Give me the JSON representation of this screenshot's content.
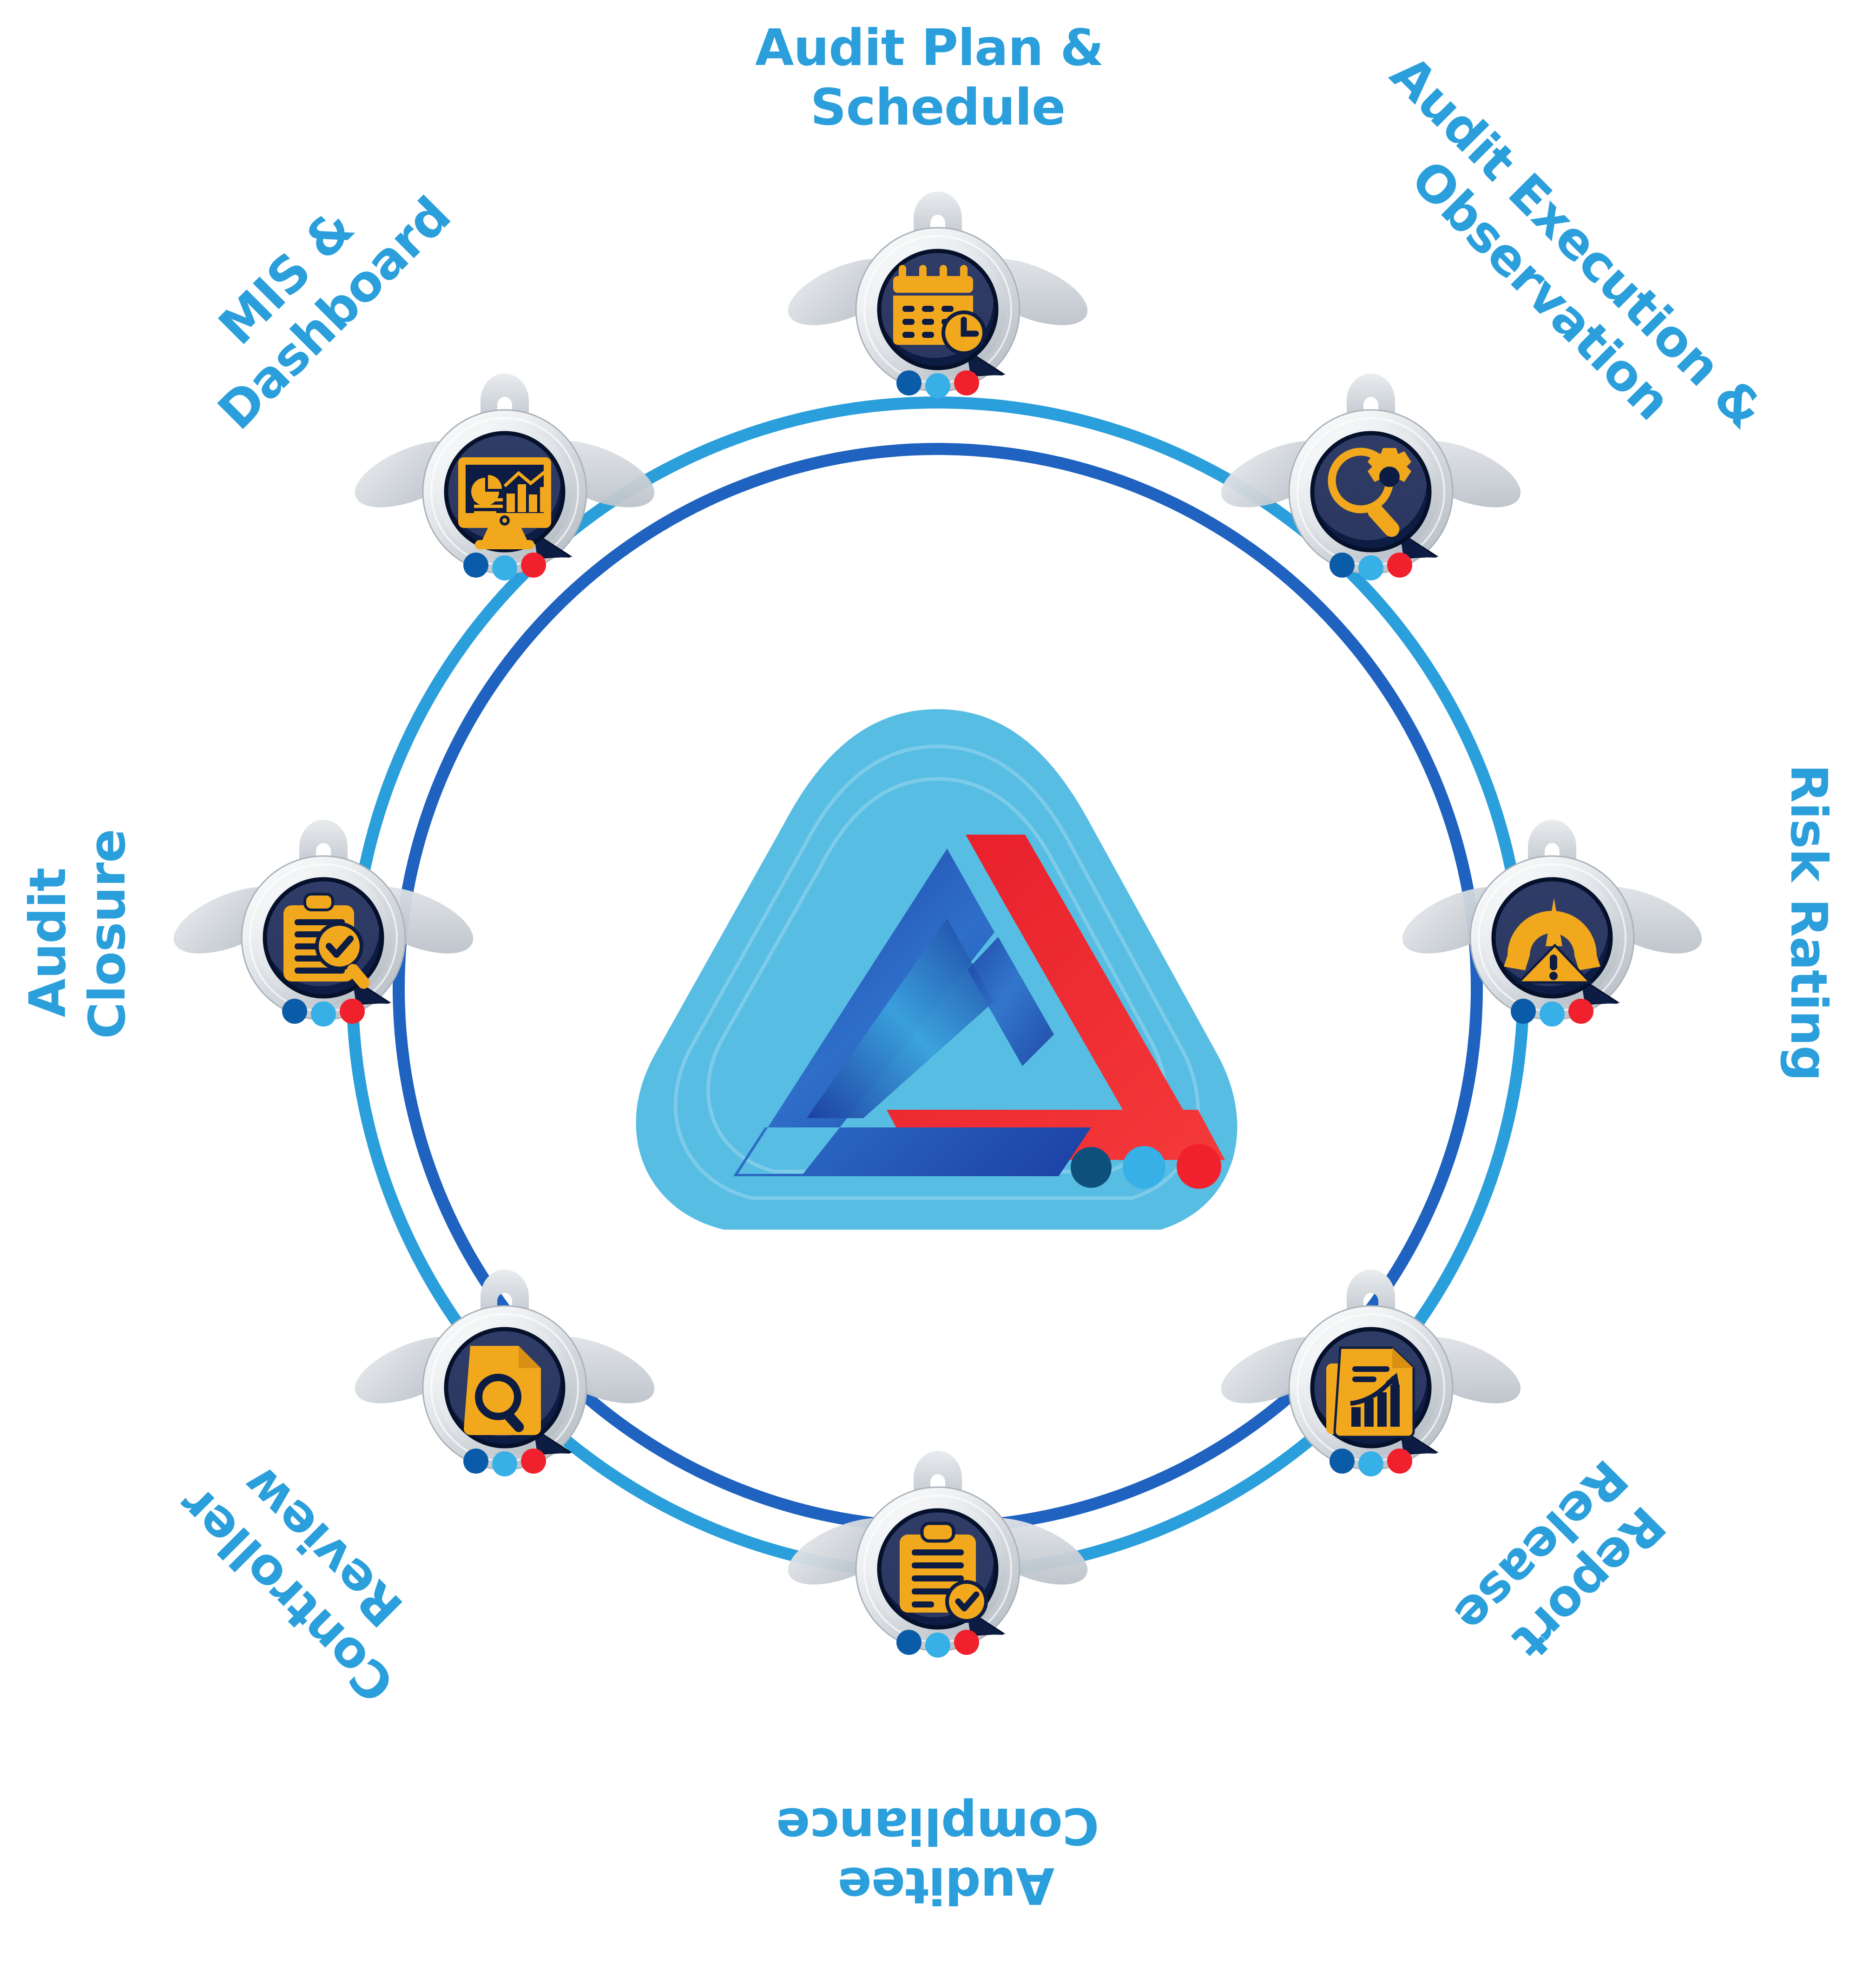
{
  "diagram": {
    "title_note": "Audit lifecycle circular process wheel",
    "accent_blue": "#2b9fdb",
    "ring_outer_color": "#2b9fdb",
    "ring_inner_color": "#1f62c0",
    "badge_icon_color": "#f2a81d",
    "badge_face_color": "#0d1c42",
    "badge_metal_color": "#d9dde1",
    "dot_colors": [
      "#0b5ca8",
      "#36b0e6",
      "#f0212c"
    ],
    "center_logo": {
      "name": "penrose-triangle-logo",
      "blob_color": "#57bde3",
      "triangle_blue": "#1d3fa0",
      "triangle_light_blue": "#36a7e0",
      "triangle_red": "#ef2430",
      "dots": [
        {
          "name": "logo-dot-navy",
          "color": "#0f4f7c"
        },
        {
          "name": "logo-dot-blue",
          "color": "#36b0e6"
        },
        {
          "name": "logo-dot-red",
          "color": "#f0212c"
        }
      ]
    },
    "steps": [
      {
        "id": "audit-plan-schedule",
        "label_line1": "Audit Plan &",
        "label_line2": "Schedule",
        "label_full": "Audit Plan & Schedule",
        "icon": "calendar-clock-icon",
        "angle_deg": 0,
        "label_rotation_deg": 0
      },
      {
        "id": "audit-execution-observation",
        "label_line1": "Audit Execution &",
        "label_line2": "Observation",
        "label_full": "Audit Execution & Observation",
        "icon": "magnifier-gear-icon",
        "angle_deg": 45,
        "label_rotation_deg": 45
      },
      {
        "id": "risk-rating",
        "label_line1": "Risk Rating",
        "label_line2": "",
        "label_full": "Risk Rating",
        "icon": "gauge-warning-icon",
        "angle_deg": 90,
        "label_rotation_deg": 90
      },
      {
        "id": "report-release",
        "label_line1": "Report",
        "label_line2": "Release",
        "label_full": "Report Release",
        "icon": "report-growth-icon",
        "angle_deg": 135,
        "label_rotation_deg": 135
      },
      {
        "id": "auditee-compliance",
        "label_line1": "Auditee",
        "label_line2": "Compliance",
        "label_full": "Auditee Compliance",
        "icon": "clipboard-check-icon",
        "angle_deg": 180,
        "label_rotation_deg": 180
      },
      {
        "id": "controller-review",
        "label_line1": "Controller",
        "label_line2": "Review",
        "label_full": "Controller Review",
        "icon": "document-magnifier-icon",
        "angle_deg": 225,
        "label_rotation_deg": 225
      },
      {
        "id": "audit-closure",
        "label_line1": "Audit",
        "label_line2": "Closure",
        "label_full": "Audit Closure",
        "icon": "clipboard-magnifier-check-icon",
        "angle_deg": 270,
        "label_rotation_deg": 270
      },
      {
        "id": "mis-dashboard",
        "label_line1": "MIS &",
        "label_line2": "Dashboard",
        "label_full": "MIS & Dashboard",
        "icon": "monitor-analytics-icon",
        "angle_deg": 315,
        "label_rotation_deg": 315
      }
    ]
  }
}
